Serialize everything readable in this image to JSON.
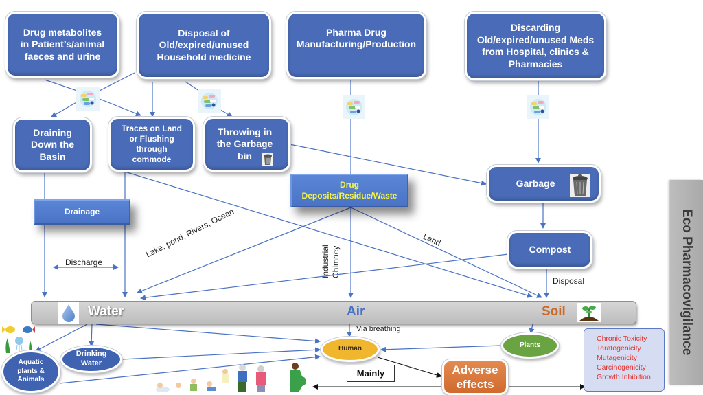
{
  "diagram": {
    "title": "Eco Pharmacovigilance",
    "sources": [
      {
        "id": "metabolites",
        "label": "Drug metabolites\nin Patient’s/animal\nfaeces and urine"
      },
      {
        "id": "household",
        "label": "Disposal of\nOld/expired/unused\nHousehold medicine"
      },
      {
        "id": "pharma",
        "label": "Pharma Drug\nManufacturing/Production"
      },
      {
        "id": "hospital",
        "label": "Discarding\nOld/expired/unused Meds\nfrom Hospital, clinics &\nPharmacies"
      }
    ],
    "routes": [
      {
        "id": "basin",
        "label": "Draining\nDown the\nBasin"
      },
      {
        "id": "flushing",
        "label": "Traces on Land\nor Flushing\nthrough\ncommode"
      },
      {
        "id": "garbage_bin",
        "label": "Throwing in\nthe Garbage\nbin"
      }
    ],
    "intermediates": {
      "drainage": "Drainage",
      "deposits_line1": "Drug",
      "deposits_line2": "Deposits/Residue/Waste",
      "garbage": "Garbage",
      "compost": "Compost"
    },
    "edge_labels": {
      "discharge": "Discharge",
      "lake": "Lake, pond, Rivers, Ocean",
      "chimney_line1": "Industrial",
      "chimney_line2": "Chimney",
      "land": "Land",
      "disposal": "Disposal",
      "breathing": "Via breathing"
    },
    "environment": {
      "water": "Water",
      "air": "Air",
      "soil": "Soil"
    },
    "receptors": {
      "aquatic": "Aquatic\nplants &\nAnimals",
      "drinking": "Drinking\nWater",
      "human": "Human",
      "plants": "Plants",
      "mainly": "Mainly"
    },
    "adverse_effects": {
      "label_line1": "Adverse",
      "label_line2": "effects",
      "effects": [
        "Chronic Toxicity",
        "Teratogenicity",
        "Mutagenicity",
        "Carcinogenicity",
        "Growth Inhibition"
      ]
    },
    "icons": [
      "pills-icon",
      "trash-can-icon",
      "water-drop-icon",
      "seedling-icon",
      "fish-icon",
      "people-icon",
      "double-arrow-icon"
    ],
    "colors": {
      "box_blue": "#4a6cb8",
      "deposit_text": "#f5f542",
      "water_text": "#ffffff",
      "air_text": "#4a72c4",
      "soil_text": "#c86a2c",
      "human_fill": "#f0b72e",
      "plants_fill": "#6aa442",
      "adverse_fill": "#d8743a",
      "effect_text": "#e0302c",
      "line": "#4a72c4"
    }
  }
}
